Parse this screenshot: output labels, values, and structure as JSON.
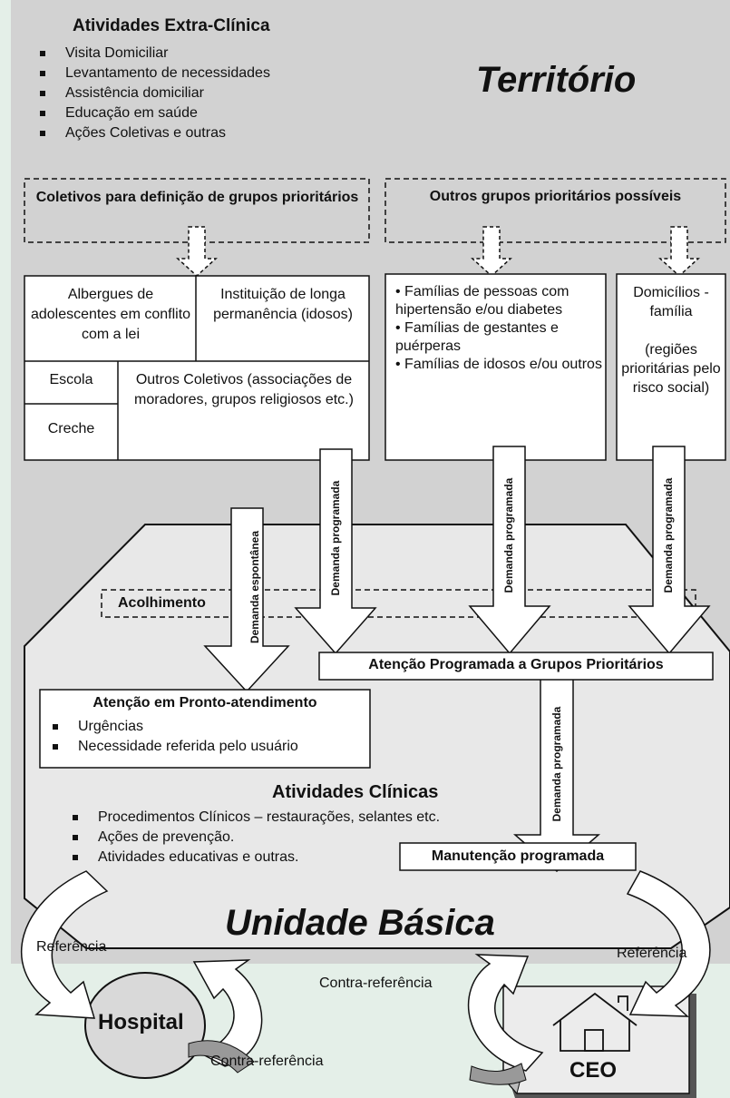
{
  "extra_clinica": {
    "title": "Atividades Extra-Clínica",
    "items": [
      "Visita Domiciliar",
      "Levantamento de necessidades",
      "Assistência domiciliar",
      "Educação em saúde",
      "Ações Coletivas e outras"
    ]
  },
  "territorio_title": "Território",
  "coletivos_header": "Coletivos para definição de grupos prioritários",
  "outros_grupos_header": "Outros grupos prioritários possíveis",
  "coletivos": {
    "albergues": "Albergues de adolescentes em conflito com a lei",
    "instituicao": "Instituição de longa permanência (idosos)",
    "escola": "Escola",
    "creche": "Creche",
    "outros": "Outros Coletivos (associações de moradores, grupos religiosos etc.)"
  },
  "familias": [
    "Famílias de pessoas com hipertensão e/ou diabetes",
    "Famílias de gestantes e puérperas",
    "Famílias de idosos e/ou outros"
  ],
  "domicilios": {
    "title": "Domicílios -família",
    "note": "(regiões prioritárias pelo risco social)"
  },
  "arrows": {
    "espontanea": "Demanda espontânea",
    "programada": "Demanda programada"
  },
  "acolhimento": "Acolhimento",
  "atencao_programada": "Atenção Programada a Grupos Prioritários",
  "pronto_atendimento": {
    "title": "Atenção em Pronto-atendimento",
    "items": [
      "Urgências",
      "Necessidade referida pelo usuário"
    ]
  },
  "atividades_clinicas": {
    "title": "Atividades Clínicas",
    "items": [
      "Procedimentos Clínicos – restaurações, selantes etc.",
      "Ações de prevenção.",
      "Atividades educativas e outras."
    ]
  },
  "manutencao": "Manutenção programada",
  "unidade_basica_title": "Unidade Básica",
  "referencia": "Referência",
  "contra_referencia": "Contra-referência",
  "hospital": "Hospital",
  "ceo": "CEO"
}
